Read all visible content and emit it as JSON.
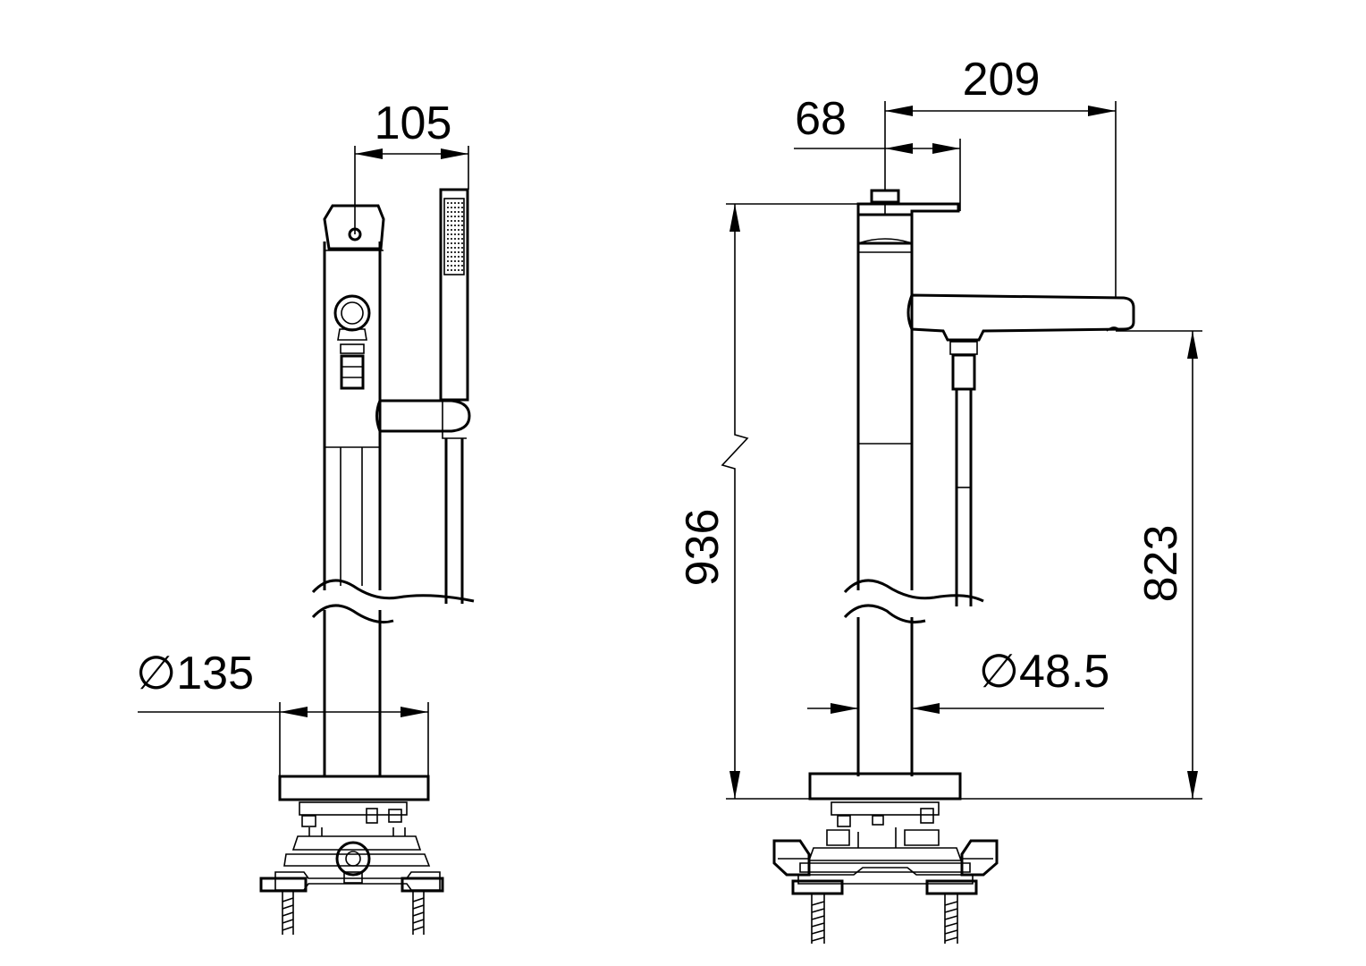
{
  "dimensions": {
    "side_view": {
      "handshower_offset": "105",
      "base_diameter": "∅135"
    },
    "front_view": {
      "total_reach": "209",
      "lever_offset": "68",
      "total_height": "936",
      "spout_height": "823",
      "column_diameter": "∅48.5"
    }
  },
  "colors": {
    "line": "#000000",
    "background": "#ffffff"
  }
}
